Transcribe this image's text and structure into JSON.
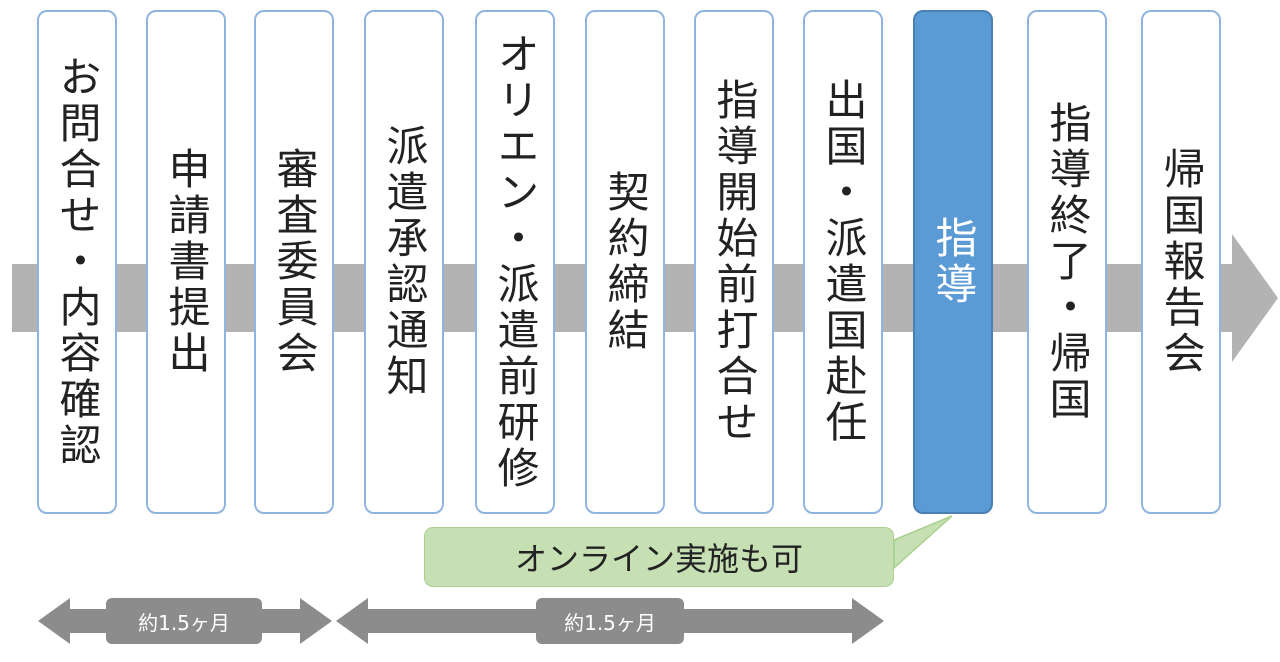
{
  "steps": [
    {
      "label": "お問合せ・内容確認",
      "active": false
    },
    {
      "label": "申請書提出",
      "active": false
    },
    {
      "label": "審査委員会",
      "active": false
    },
    {
      "label": "派遣承認通知",
      "active": false
    },
    {
      "label": "オリエン・派遣前研修",
      "active": false
    },
    {
      "label": "契約締結",
      "active": false
    },
    {
      "label": "指導開始前打合せ",
      "active": false
    },
    {
      "label": "出国・派遣国赴任",
      "active": false
    },
    {
      "label": "指導",
      "active": true
    },
    {
      "label": "指導終了・帰国",
      "active": false
    },
    {
      "label": "帰国報告会",
      "active": false
    }
  ],
  "callout": {
    "text": "オンライン実施も可"
  },
  "durations": [
    {
      "label": "約1.5ヶ月"
    },
    {
      "label": "約1.5ヶ月"
    }
  ],
  "colors": {
    "step_border": "#8fb4dd",
    "active_fill": "#5b9bd5",
    "timeline_arrow": "#b3b3b3",
    "callout_fill": "#c6e0b4",
    "duration_arrow": "#8c8c8c"
  }
}
